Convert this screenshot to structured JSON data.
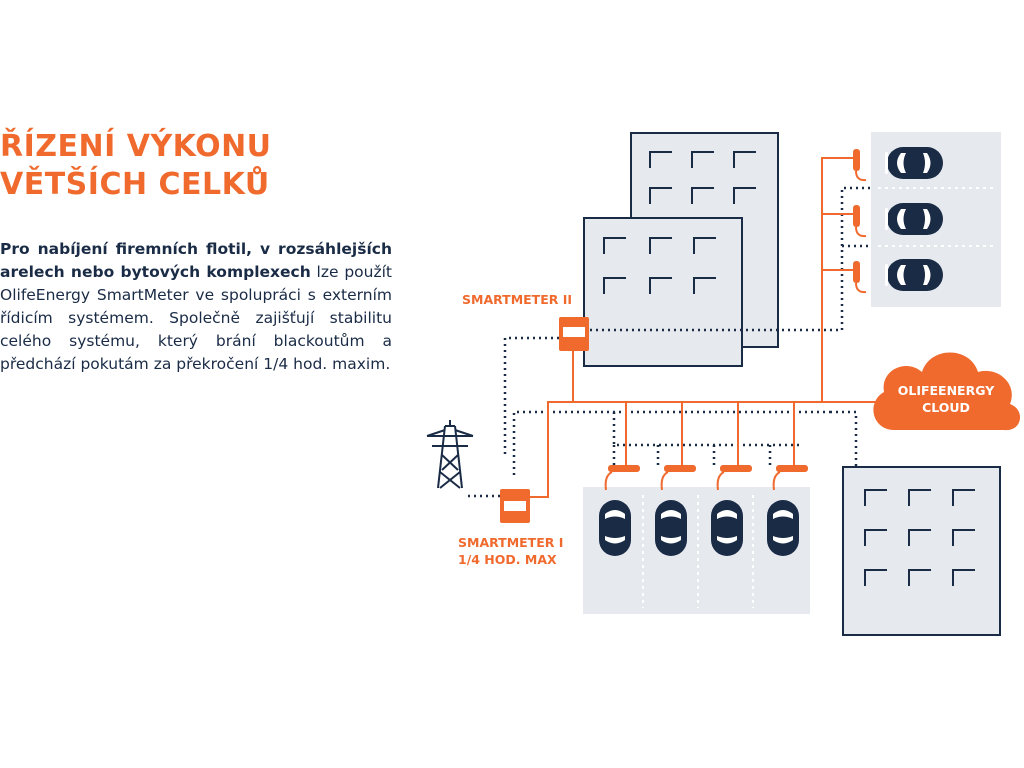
{
  "heading": {
    "line1": "ŘÍZENÍ VÝKONU",
    "line2": "VĚTŠÍCH CELKŮ"
  },
  "paragraph": {
    "bold": "Pro nabíjení firemních flotil, v rozsáhlejších arelech nebo bytových komplexech",
    "rest": " lze použít OlifeEnergy SmartMeter ve spolupráci s externím řídicím systémem. Společně zajišťují stabilitu celého systému, který brání blackoutům a předchází pokutám za překročení 1/4 hod. maxim."
  },
  "diagram": {
    "smartmeter_2_label": "SMARTMETER II",
    "smartmeter_1_label_line1": "SMARTMETER I",
    "smartmeter_1_label_line2": "1/4 HOD. MAX",
    "cloud_label_line1": "OLIFEENERGY",
    "cloud_label_line2": "CLOUD",
    "colors": {
      "accent": "#f06a2e",
      "navy": "#1a2b46",
      "panel": "#e6eaef"
    },
    "icons": [
      "power-pylon-icon",
      "building-icon",
      "car-icon",
      "charger-icon",
      "cloud-icon",
      "smartmeter-icon"
    ]
  }
}
